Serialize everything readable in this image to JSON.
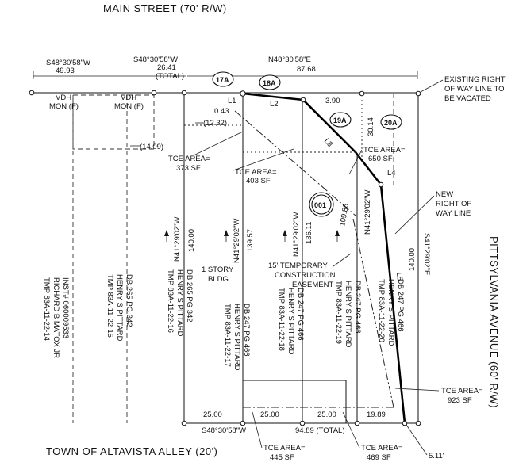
{
  "streets": {
    "main": "MAIN STREET (70' R/W)",
    "alley": "TOWN OF ALTAVISTA ALLEY (20')",
    "pittsylvania": "PITTSYLVANIA AVENUE (60' R/W)"
  },
  "top_line": {
    "b1_bearing": "S48°30'58\"W",
    "b1_dist": "49.93",
    "b2_bearing": "S48°30'58\"W",
    "b2_dist": "26.41",
    "b2_total": "(TOTAL)",
    "b3_bearing": "N48°30'58\"E",
    "b3_dist": "87.68"
  },
  "parcel_tags": [
    "17A",
    "18A",
    "19A",
    "20A"
  ],
  "center_tag": "001",
  "vdh": [
    "VDH",
    "MON (F)",
    "VDH",
    "MON (F)"
  ],
  "curve_labels": {
    "l1": "L1",
    "l1_dist": "0.43",
    "l2": "L2",
    "l3": "L3",
    "l4": "L4",
    "l5": "L5",
    "d390": "3.90",
    "d3014": "30.14",
    "d1232": "(12.32)",
    "d1409": "(14.09)"
  },
  "existing_row": [
    "EXISTING RIGHT",
    "OF WAY LINE TO",
    "BE VACATED"
  ],
  "new_row": [
    "NEW",
    "RIGHT OF",
    "WAY LINE"
  ],
  "tce": {
    "tce373a": "TCE AREA=",
    "tce373b": "373 SF",
    "tce403a": "TCE AREA=",
    "tce403b": "403 SF",
    "tce650a": "TCE AREA=",
    "tce650b": "650 SF",
    "tce923a": "TCE AREA=",
    "tce923b": "923 SF",
    "tce445a": "TCE AREA=",
    "tce445b": "445 SF",
    "tce469a": "TCE AREA=",
    "tce469b": "469 SF"
  },
  "side_lines": {
    "a_bearing": "N41°29'02\"W",
    "a_dist": "140.00",
    "b_bearing": "N41°29'02\"W",
    "b_dist": "139.57",
    "c_bearing": "N41°29'02\"W",
    "c_dist": "136.11",
    "d_dist": "109.86",
    "e_bearing": "N41°29'02\"W",
    "f_dist": "140.00",
    "f_bearing": "S41°29'02\"E"
  },
  "story": [
    "1 STORY",
    "BLDG"
  ],
  "easement": [
    "15' TEMPORARY",
    "CONSTRUCTION",
    "EASEMENT"
  ],
  "bottom_line": {
    "d1": "25.00",
    "d2": "25.00",
    "d3": "25.00",
    "d4": "19.89",
    "bearing": "S48°30'58\"W",
    "total": "94.89 (TOTAL)",
    "d511": "5.11'"
  },
  "owners": {
    "tmp14": [
      "TMP 83A-11-22-14",
      "RICHARD B MATOX JR",
      "INST# 060009533"
    ],
    "tmp15": [
      "TMP 83A-11-22-15",
      "HENRY S PITTARD",
      "DB 265 PG 342"
    ],
    "tmp16": [
      "TMP 83A-11-22-16",
      "HENRY S PITTARD",
      "DB 265 PG 342"
    ],
    "tmp17": [
      "TMP 83A-11-22-17",
      "HENRY S PITTARD",
      "DB 247 PG 466"
    ],
    "tmp18": [
      "TMP 83A-11-22-18",
      "HENRY S PITTARD",
      "DB 247 PG 466"
    ],
    "tmp19": [
      "TMP 83A-11-22-19",
      "HENRY S PITTARD",
      "DB 247 PG 466"
    ],
    "tmp20": [
      "TMP 83A-11-22-20",
      "HENRY S PITTARD",
      "DB 247 PG 466"
    ]
  }
}
